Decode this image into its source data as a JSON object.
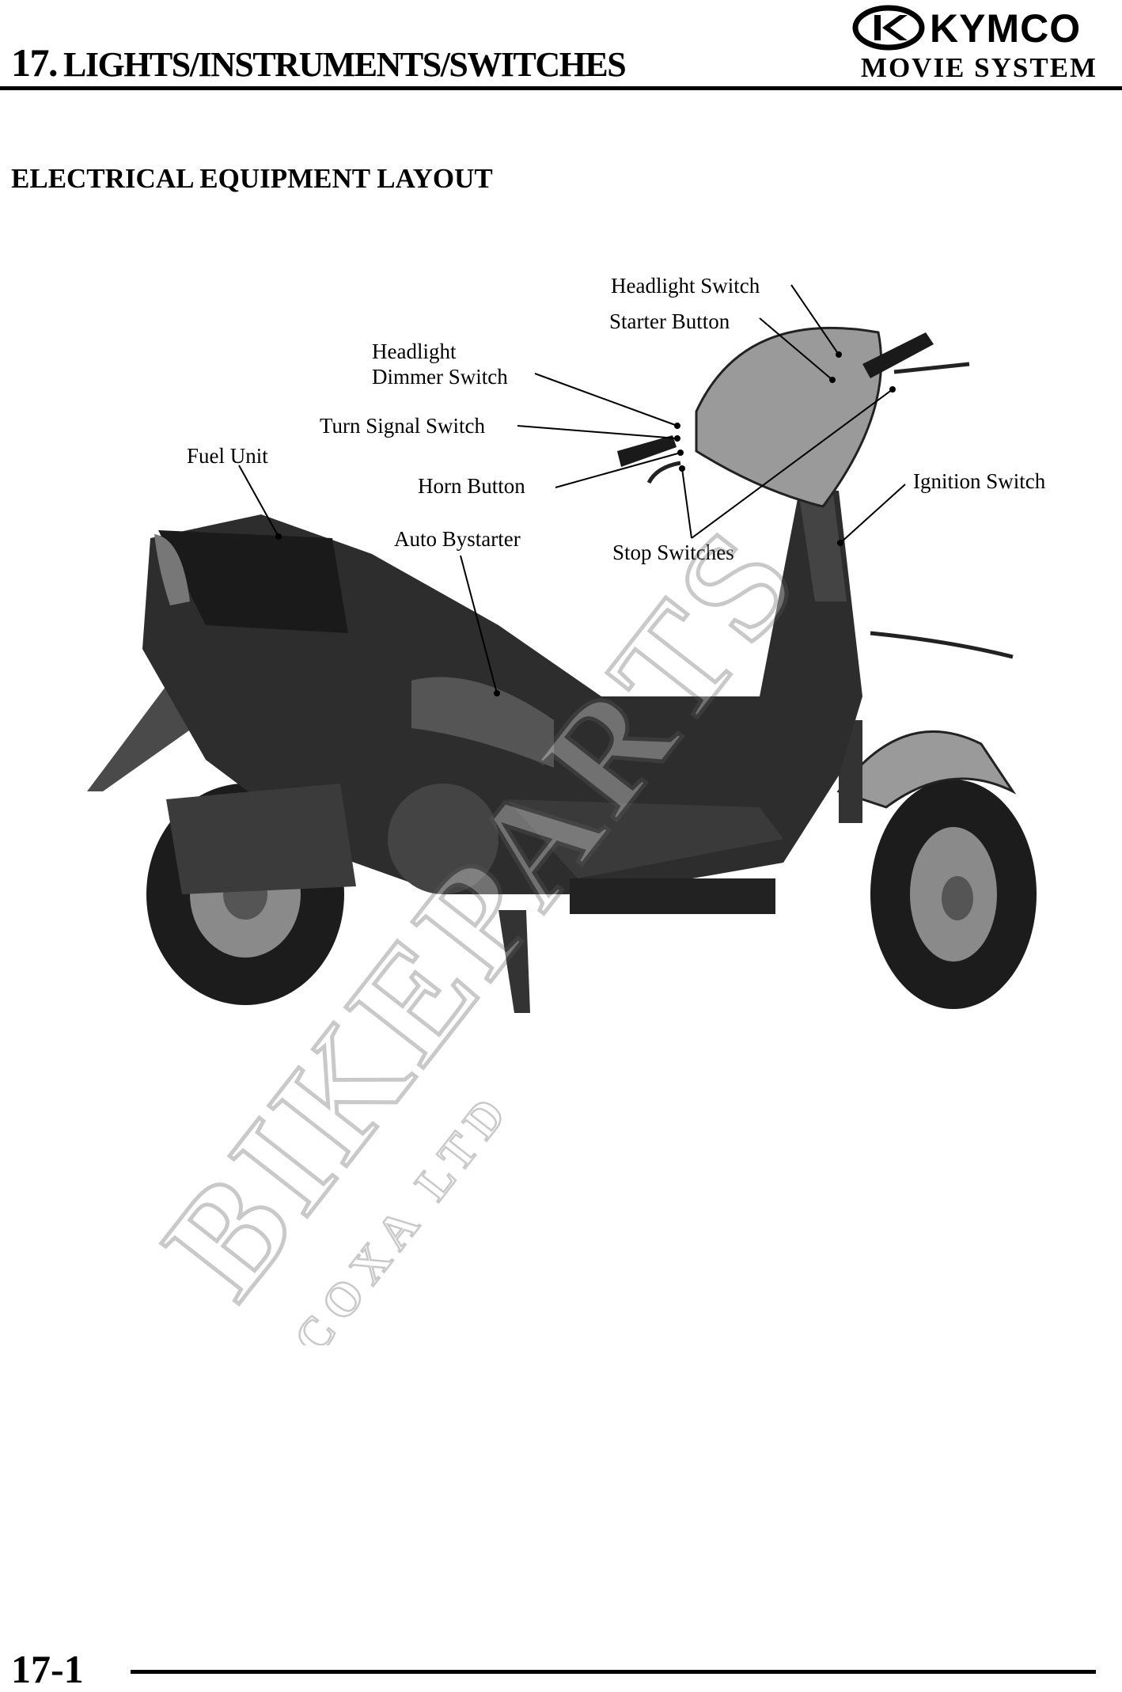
{
  "header": {
    "chapter_number": "17.",
    "chapter_title": "LIGHTS/INSTRUMENTS/SWITCHES",
    "brand_logo_text": "KYMCO",
    "brand_subtitle": "MOVIE SYSTEM"
  },
  "section": {
    "title": "ELECTRICAL EQUIPMENT LAYOUT"
  },
  "diagram": {
    "callouts": {
      "headlight_switch": "Headlight Switch",
      "starter_button": "Starter Button",
      "headlight_dimmer_switch_line1": "Headlight",
      "headlight_dimmer_switch_line2": "Dimmer Switch",
      "turn_signal_switch": "Turn Signal Switch",
      "fuel_unit": "Fuel Unit",
      "horn_button": "Horn Button",
      "ignition_switch": "Ignition Switch",
      "auto_bystarter": "Auto Bystarter",
      "stop_switches": "Stop Switches"
    }
  },
  "watermark": {
    "line1": "BIKEPARTS",
    "line2": "COXA LTD"
  },
  "footer": {
    "page_number": "17-1"
  }
}
